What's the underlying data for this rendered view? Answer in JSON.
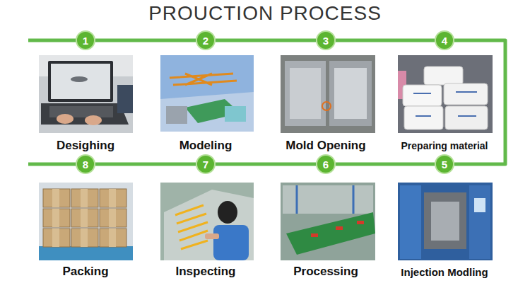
{
  "diagram": {
    "title": "PROUCTION PROCESS",
    "nodes": [
      {
        "text": [
          "1"
        ]
      },
      {
        "text": [
          "2"
        ]
      },
      {
        "text": [
          "3"
        ]
      },
      {
        "text": [
          "4"
        ]
      },
      {
        "text": [
          "8"
        ]
      },
      {
        "text": [
          "7"
        ]
      },
      {
        "text": [
          "6"
        ]
      },
      {
        "text": [
          "5"
        ]
      }
    ],
    "edges": [
      {
        "from": 0,
        "to": 1,
        "arrow": "none"
      },
      {
        "from": 1,
        "to": 2,
        "arrow": "none"
      },
      {
        "from": 2,
        "to": 3,
        "arrow": "none"
      },
      {
        "from": 3,
        "to": 7,
        "arrow": "none"
      },
      {
        "from": 7,
        "to": 6,
        "arrow": "none"
      },
      {
        "from": 6,
        "to": 5,
        "arrow": "none"
      },
      {
        "from": 5,
        "to": 4,
        "arrow": "none"
      }
    ],
    "labels": [
      "Desighing",
      "Modeling",
      "Mold Opening",
      "Preparing material",
      "Packing",
      "Inspecting",
      "Processing",
      "Injection Modling"
    ]
  }
}
